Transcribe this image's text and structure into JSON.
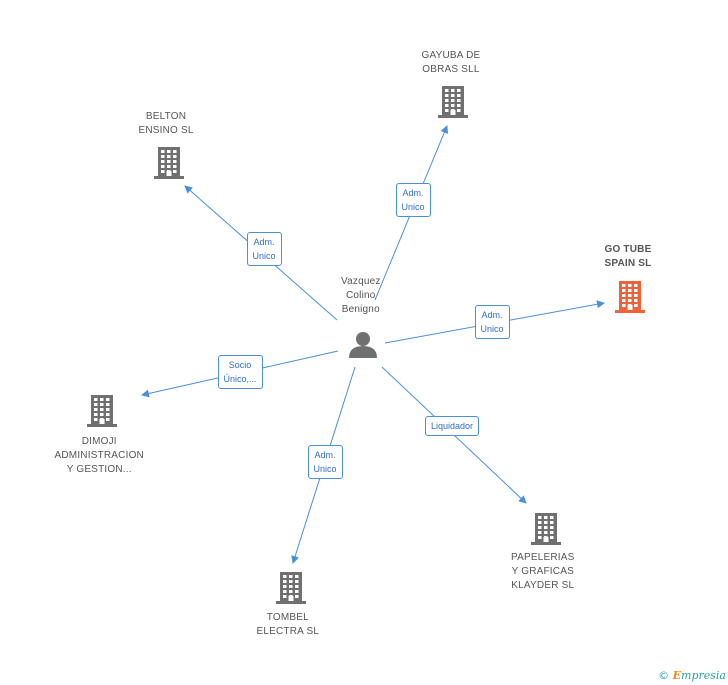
{
  "center": {
    "name": "Vazquez\nColino\nBenigno"
  },
  "companies": [
    {
      "id": "gayuba",
      "name": "GAYUBA DE\nOBRAS SLL",
      "highlight": false
    },
    {
      "id": "belton",
      "name": "BELTON\nENSINO  SL",
      "highlight": false
    },
    {
      "id": "gotube",
      "name": "GO TUBE\nSPAIN SL",
      "highlight": true
    },
    {
      "id": "dimoji",
      "name": "DIMOJI\nADMINISTRACION\nY GESTION...",
      "highlight": false
    },
    {
      "id": "papelerias",
      "name": "PAPELERIAS\nY GRAFICAS\nKLAYDER  SL",
      "highlight": false
    },
    {
      "id": "tombel",
      "name": "TOMBEL\nELECTRA  SL",
      "highlight": false
    }
  ],
  "relations": [
    {
      "to": "gayuba",
      "label": "Adm.\nUnico"
    },
    {
      "to": "belton",
      "label": "Adm.\nUnico"
    },
    {
      "to": "gotube",
      "label": "Adm.\nUnico"
    },
    {
      "to": "dimoji",
      "label": "Socio\nÚnico,..."
    },
    {
      "to": "papelerias",
      "label": "Liquidador"
    },
    {
      "to": "tombel",
      "label": "Adm.\nUnico"
    }
  ],
  "colors": {
    "edge": "#4a8fdc",
    "icon": "#707070",
    "highlight_icon": "#f0623a",
    "person": "#707070"
  },
  "footer": {
    "copyright": "©",
    "brand_first": "E",
    "brand_rest": "mpresia"
  }
}
